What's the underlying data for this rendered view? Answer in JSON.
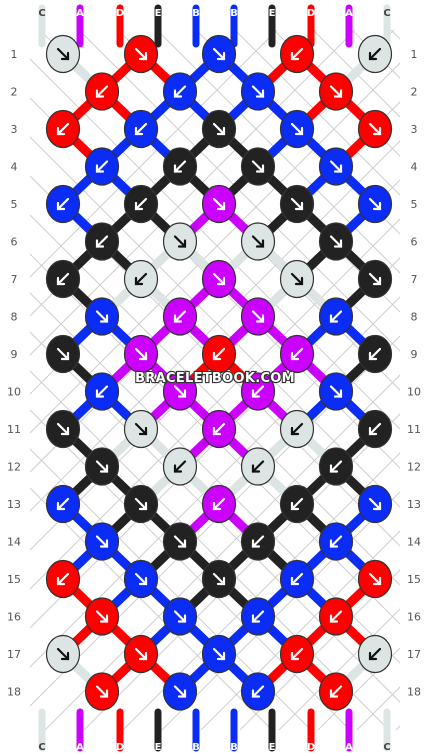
{
  "watermark": "BRACELETBOOK.COM",
  "colors": {
    "C": "#dde4e4",
    "A": "#cc00ff",
    "D": "#ff0000",
    "E": "#222222",
    "B": "#0a2cf5"
  },
  "strand_labels_top": [
    "C",
    "A",
    "D",
    "E",
    "B",
    "B",
    "E",
    "D",
    "A",
    "C"
  ],
  "strand_labels_bottom": [
    "C",
    "A",
    "D",
    "E",
    "B",
    "B",
    "E",
    "D",
    "A",
    "C"
  ],
  "rows": [
    {
      "number": "1",
      "knots": [
        {
          "color": "C",
          "dir": "se"
        },
        {
          "color": "D",
          "dir": "se"
        },
        {
          "color": "B",
          "dir": "se"
        },
        {
          "color": "D",
          "dir": "sw"
        },
        {
          "color": "C",
          "dir": "sw"
        }
      ]
    },
    {
      "number": "2",
      "knots": [
        {
          "color": "D",
          "dir": "sw"
        },
        {
          "color": "B",
          "dir": "sw"
        },
        {
          "color": "B",
          "dir": "se"
        },
        {
          "color": "D",
          "dir": "se"
        }
      ]
    },
    {
      "number": "3",
      "knots": [
        {
          "color": "D",
          "dir": "sw"
        },
        {
          "color": "B",
          "dir": "sw"
        },
        {
          "color": "E",
          "dir": "se"
        },
        {
          "color": "B",
          "dir": "se"
        },
        {
          "color": "D",
          "dir": "se"
        }
      ]
    },
    {
      "number": "4",
      "knots": [
        {
          "color": "B",
          "dir": "sw"
        },
        {
          "color": "E",
          "dir": "sw"
        },
        {
          "color": "E",
          "dir": "se"
        },
        {
          "color": "B",
          "dir": "se"
        }
      ]
    },
    {
      "number": "5",
      "knots": [
        {
          "color": "B",
          "dir": "sw"
        },
        {
          "color": "E",
          "dir": "sw"
        },
        {
          "color": "A",
          "dir": "se"
        },
        {
          "color": "E",
          "dir": "se"
        },
        {
          "color": "B",
          "dir": "se"
        }
      ]
    },
    {
      "number": "6",
      "knots": [
        {
          "color": "E",
          "dir": "sw"
        },
        {
          "color": "C",
          "dir": "se"
        },
        {
          "color": "C",
          "dir": "se"
        },
        {
          "color": "E",
          "dir": "se"
        }
      ]
    },
    {
      "number": "7",
      "knots": [
        {
          "color": "E",
          "dir": "sw"
        },
        {
          "color": "C",
          "dir": "sw"
        },
        {
          "color": "A",
          "dir": "se"
        },
        {
          "color": "C",
          "dir": "se"
        },
        {
          "color": "E",
          "dir": "se"
        }
      ]
    },
    {
      "number": "8",
      "knots": [
        {
          "color": "B",
          "dir": "se"
        },
        {
          "color": "A",
          "dir": "sw"
        },
        {
          "color": "A",
          "dir": "se"
        },
        {
          "color": "B",
          "dir": "sw"
        }
      ]
    },
    {
      "number": "9",
      "knots": [
        {
          "color": "E",
          "dir": "se"
        },
        {
          "color": "A",
          "dir": "se"
        },
        {
          "color": "D",
          "dir": "sw"
        },
        {
          "color": "A",
          "dir": "sw"
        },
        {
          "color": "E",
          "dir": "sw"
        }
      ]
    },
    {
      "number": "10",
      "knots": [
        {
          "color": "B",
          "dir": "sw"
        },
        {
          "color": "A",
          "dir": "se"
        },
        {
          "color": "A",
          "dir": "sw"
        },
        {
          "color": "B",
          "dir": "se"
        }
      ]
    },
    {
      "number": "11",
      "knots": [
        {
          "color": "E",
          "dir": "se"
        },
        {
          "color": "C",
          "dir": "se"
        },
        {
          "color": "A",
          "dir": "sw"
        },
        {
          "color": "C",
          "dir": "sw"
        },
        {
          "color": "E",
          "dir": "sw"
        }
      ]
    },
    {
      "number": "12",
      "knots": [
        {
          "color": "E",
          "dir": "se"
        },
        {
          "color": "C",
          "dir": "sw"
        },
        {
          "color": "C",
          "dir": "sw"
        },
        {
          "color": "E",
          "dir": "sw"
        }
      ]
    },
    {
      "number": "13",
      "knots": [
        {
          "color": "B",
          "dir": "sw"
        },
        {
          "color": "E",
          "dir": "se"
        },
        {
          "color": "A",
          "dir": "sw"
        },
        {
          "color": "E",
          "dir": "sw"
        },
        {
          "color": "B",
          "dir": "se"
        }
      ]
    },
    {
      "number": "14",
      "knots": [
        {
          "color": "B",
          "dir": "se"
        },
        {
          "color": "E",
          "dir": "se"
        },
        {
          "color": "E",
          "dir": "sw"
        },
        {
          "color": "B",
          "dir": "sw"
        }
      ]
    },
    {
      "number": "15",
      "knots": [
        {
          "color": "D",
          "dir": "sw"
        },
        {
          "color": "B",
          "dir": "se"
        },
        {
          "color": "E",
          "dir": "se"
        },
        {
          "color": "B",
          "dir": "sw"
        },
        {
          "color": "D",
          "dir": "se"
        }
      ]
    },
    {
      "number": "16",
      "knots": [
        {
          "color": "D",
          "dir": "se"
        },
        {
          "color": "B",
          "dir": "se"
        },
        {
          "color": "B",
          "dir": "sw"
        },
        {
          "color": "D",
          "dir": "sw"
        }
      ]
    },
    {
      "number": "17",
      "knots": [
        {
          "color": "C",
          "dir": "se"
        },
        {
          "color": "D",
          "dir": "se"
        },
        {
          "color": "B",
          "dir": "se"
        },
        {
          "color": "D",
          "dir": "sw"
        },
        {
          "color": "C",
          "dir": "sw"
        }
      ]
    },
    {
      "number": "18",
      "knots": [
        {
          "color": "D",
          "dir": "se"
        },
        {
          "color": "B",
          "dir": "se"
        },
        {
          "color": "B",
          "dir": "sw"
        },
        {
          "color": "D",
          "dir": "sw"
        }
      ]
    }
  ]
}
